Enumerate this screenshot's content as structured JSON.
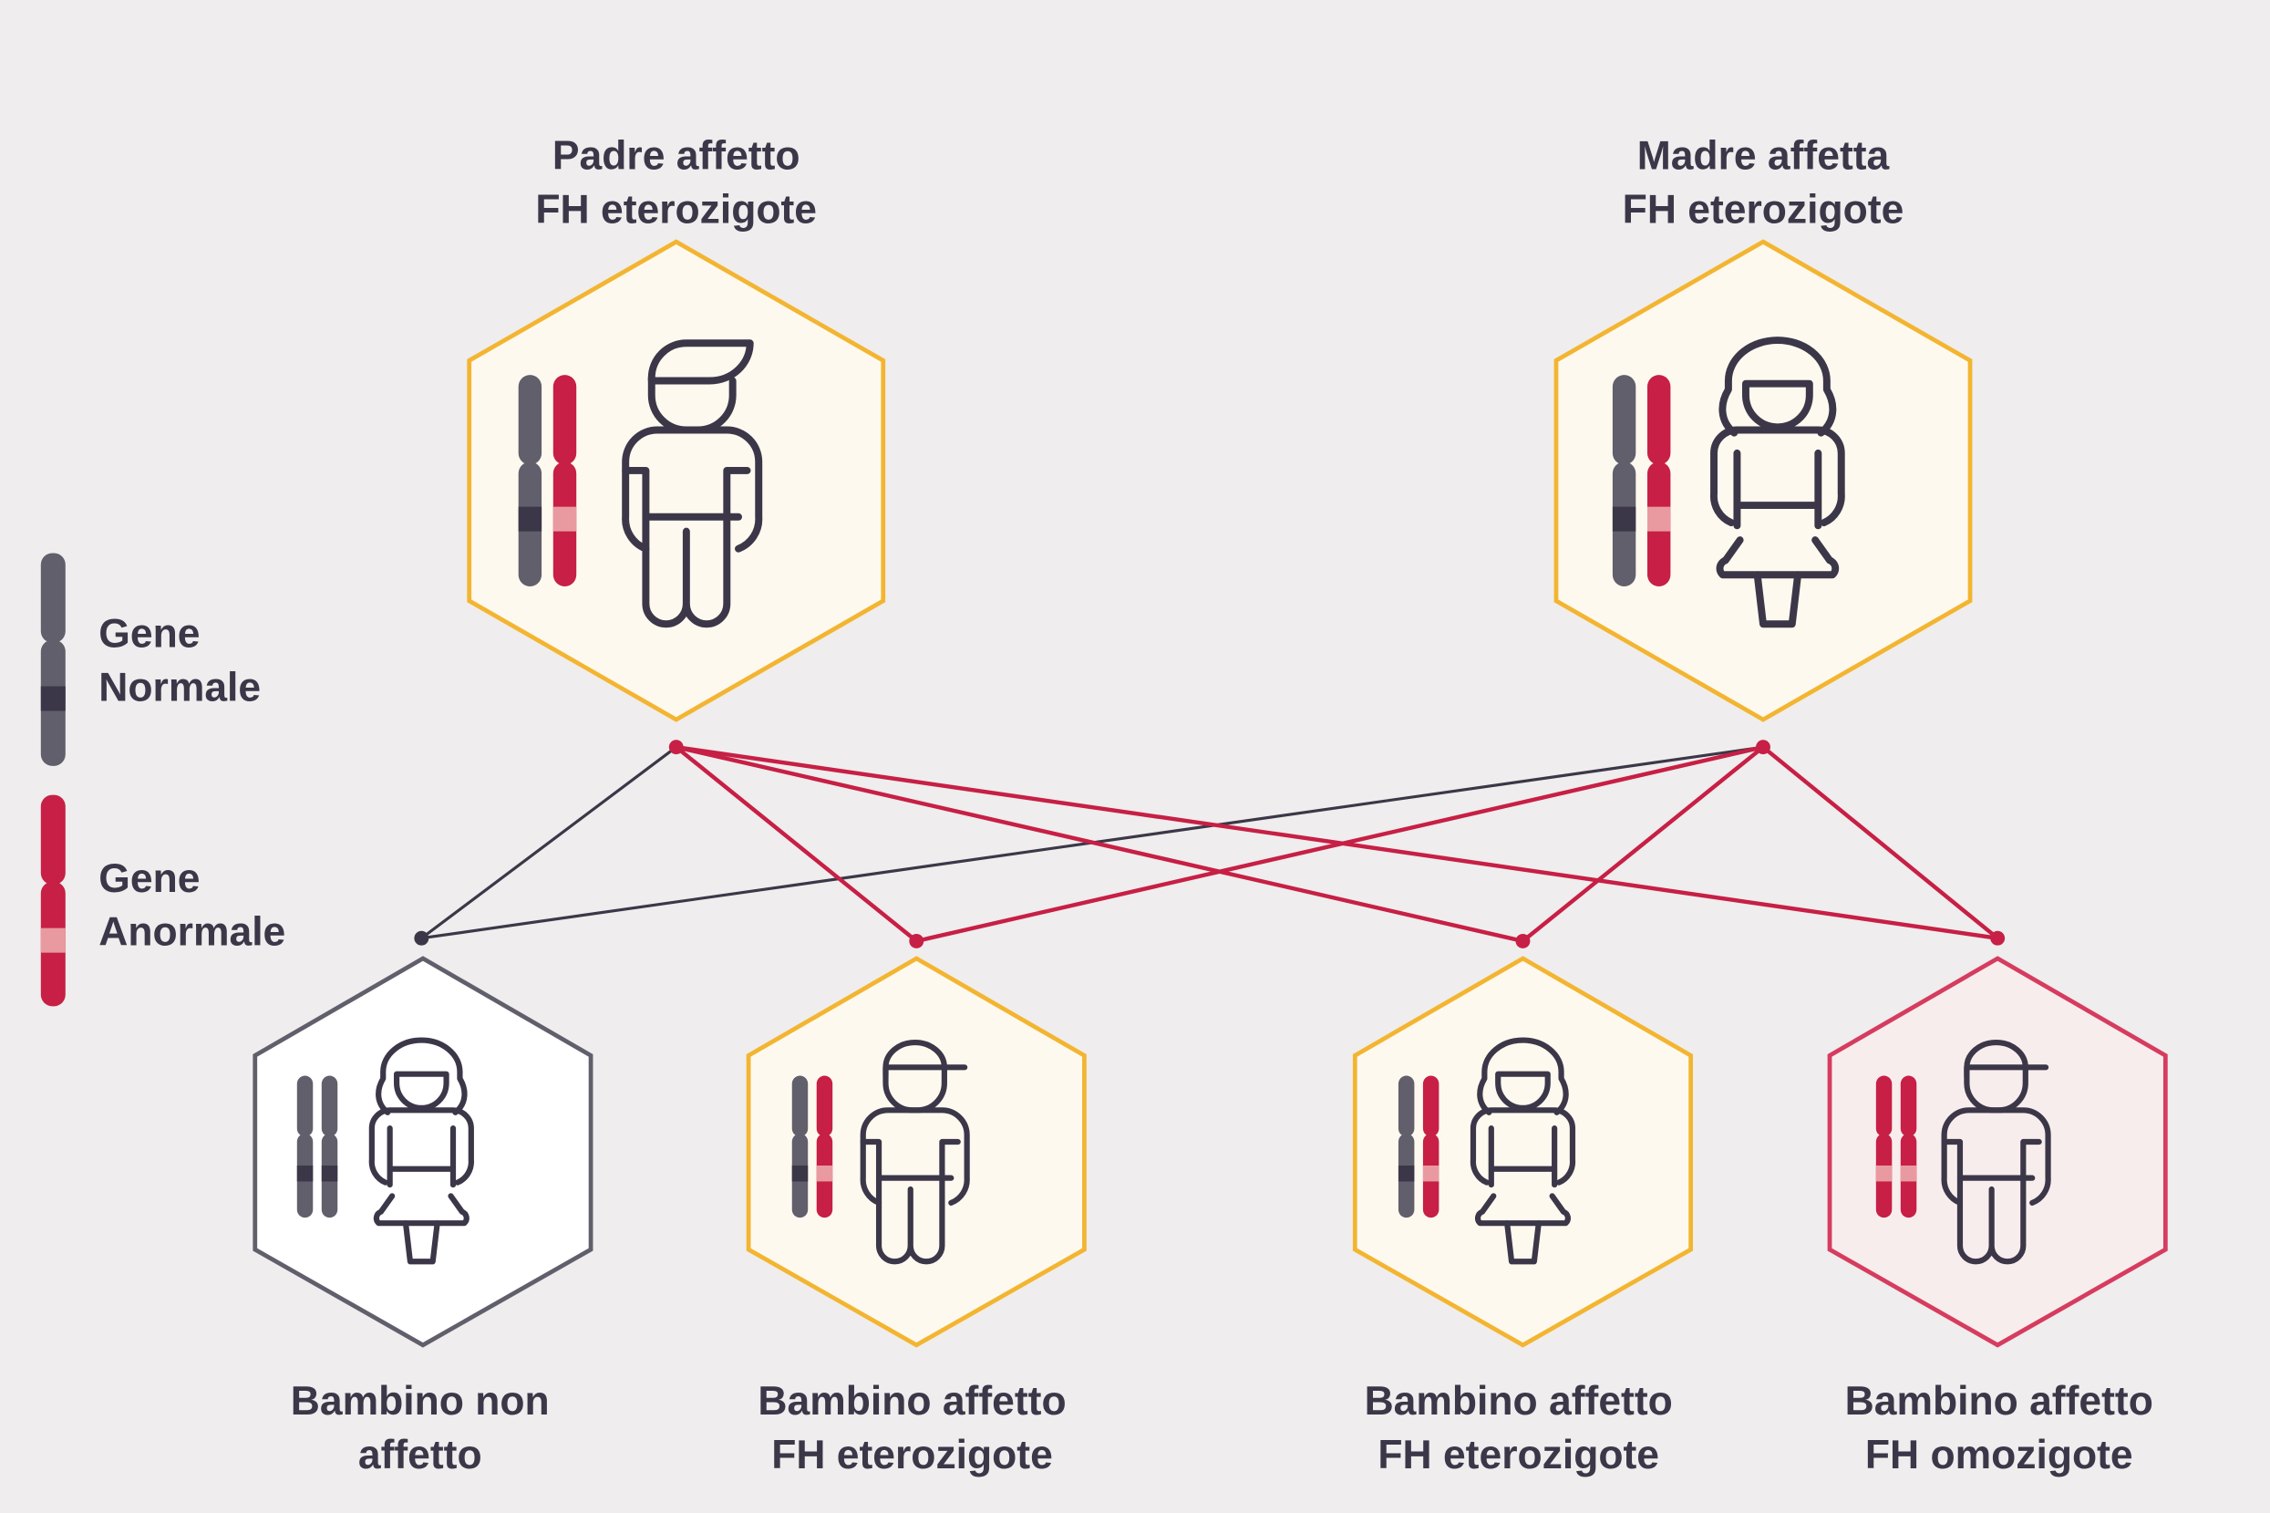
{
  "colors": {
    "background": "#efeded",
    "dark": "#3c3748",
    "normal_gene": "#625f6c",
    "abnormal_gene": "#c71f45",
    "abnormal_band": "#e89aa0",
    "affected_border": "#f3b531",
    "homozygous_border": "#d63c5f"
  },
  "parents": [
    {
      "line1": "Padre affetto",
      "line2": "FH eterozigote",
      "icon": "man-icon"
    },
    {
      "line1": "Madre affetta",
      "line2": "FH eterozigote",
      "icon": "woman-icon"
    }
  ],
  "children": [
    {
      "line1": "Bambino non",
      "line2": "affetto",
      "icon": "woman-icon"
    },
    {
      "line1": "Bambino affetto",
      "line2": "FH eterozigote",
      "icon": "boy-cap-icon"
    },
    {
      "line1": "Bambino affetto",
      "line2": "FH eterozigote",
      "icon": "woman-icon"
    },
    {
      "line1": "Bambino affetto",
      "line2": "FH omozigote",
      "icon": "boy-cap-icon"
    }
  ],
  "legend": {
    "normal": {
      "line1": "Gene",
      "line2": "Normale"
    },
    "abnormal": {
      "line1": "Gene",
      "line2": "Anormale"
    }
  }
}
